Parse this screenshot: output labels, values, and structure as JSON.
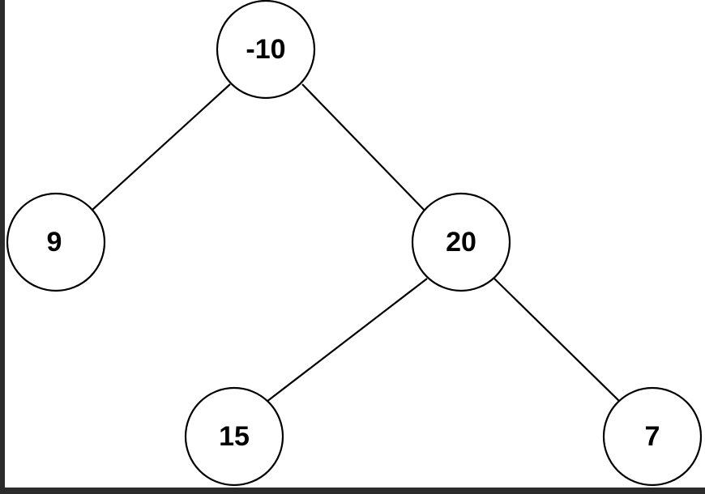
{
  "diagram": {
    "type": "binary-tree",
    "nodes": [
      {
        "id": "root",
        "label": "-10"
      },
      {
        "id": "left",
        "label": "9"
      },
      {
        "id": "right",
        "label": "20"
      },
      {
        "id": "right-left",
        "label": "15"
      },
      {
        "id": "right-right",
        "label": "7"
      }
    ],
    "edges": [
      {
        "from": "root",
        "to": "left"
      },
      {
        "from": "root",
        "to": "right"
      },
      {
        "from": "right",
        "to": "right-left"
      },
      {
        "from": "right",
        "to": "right-right"
      }
    ]
  }
}
